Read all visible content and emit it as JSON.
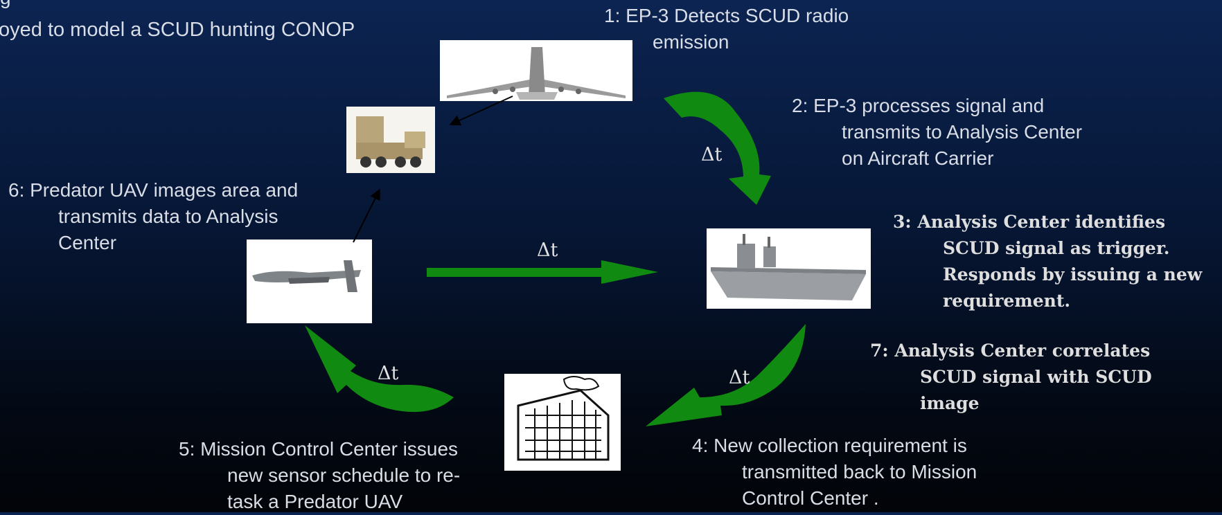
{
  "header": {
    "line1": "g",
    "line2": "oyed to model a SCUD hunting CONOP"
  },
  "steps": {
    "s1": [
      "1: EP-3 Detects SCUD radio",
      "emission"
    ],
    "s2": [
      "2: EP-3 processes signal and",
      "transmits to Analysis Center",
      "on Aircraft Carrier"
    ],
    "s3": [
      "3: Analysis Center identifies",
      "SCUD signal as trigger.",
      "Responds by issuing a new",
      "requirement."
    ],
    "s4": [
      "4: New collection requirement is",
      "transmitted back to Mission",
      "Control Center ."
    ],
    "s5": [
      "5: Mission Control Center issues",
      "new sensor schedule to re-",
      "task a Predator UAV"
    ],
    "s6": [
      "6: Predator UAV images area and",
      "transmits data to Analysis",
      "Center"
    ],
    "s7": [
      "7: Analysis Center correlates",
      "SCUD signal with SCUD",
      "image"
    ]
  },
  "delays": {
    "top_right": "Δt",
    "center": "Δt",
    "bottom_right": "Δt",
    "bottom_left": "Δt"
  },
  "colors": {
    "arrow_green": "#108a10",
    "text": "#d9dde6"
  },
  "icons": {
    "aircraft": "ep3-aircraft-image",
    "launcher": "scud-launcher-image",
    "uav": "predator-uav-image",
    "ship": "aircraft-carrier-image",
    "building": "mission-control-building-image"
  }
}
